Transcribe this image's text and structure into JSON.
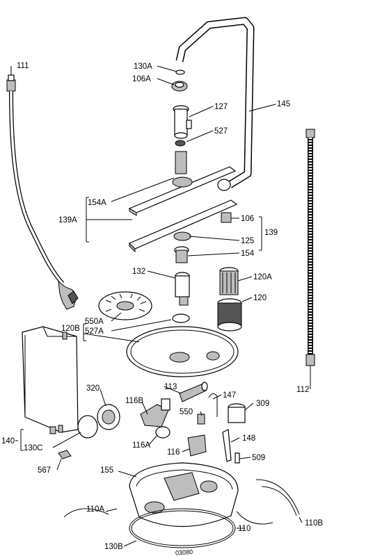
{
  "labels": {
    "l111": "111",
    "l130A": "130A",
    "l106A": "106A",
    "l127": "127",
    "l145": "145",
    "l527": "527",
    "l154A": "154A",
    "l139A": "139A",
    "l106": "106",
    "l139": "139",
    "l125": "125",
    "l154": "154",
    "l132": "132",
    "l120A": "120A",
    "l120": "120",
    "l550A": "550A",
    "l527A": "527A",
    "l120B": "120B",
    "l113": "113",
    "l320": "320",
    "l116B": "116B",
    "l147": "147",
    "l309": "309",
    "l550": "550",
    "l140": "140",
    "l130C": "130C",
    "l116A": "116A",
    "l148": "148",
    "l116": "116",
    "l509": "509",
    "l567": "567",
    "l155": "155",
    "l112": "112",
    "l110A": "110A",
    "l110": "110",
    "l110B": "110B",
    "l130B": "130B",
    "drawing_number": "03080"
  }
}
